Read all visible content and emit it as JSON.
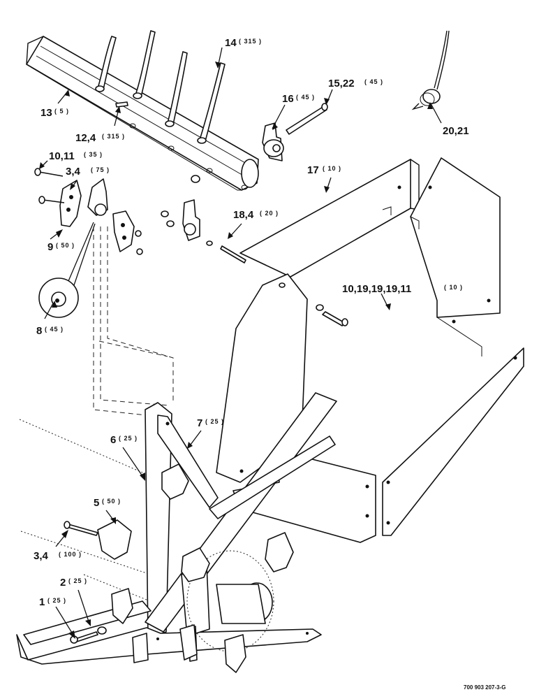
{
  "callouts": [
    {
      "id": "c13",
      "num": "13",
      "qty": "( 5 )"
    },
    {
      "id": "c14",
      "num": "14",
      "qty": "( 315 )"
    },
    {
      "id": "c12",
      "num": "12,4",
      "qty": "( 315 )"
    },
    {
      "id": "c16",
      "num": "16",
      "qty": "( 45 )"
    },
    {
      "id": "c15",
      "num": "15,22",
      "qty": "( 45 )"
    },
    {
      "id": "c20",
      "num": "20,21",
      "qty": ""
    },
    {
      "id": "c10a",
      "num": "10,11",
      "qty": "( 35 )"
    },
    {
      "id": "c3a",
      "num": "3,4",
      "qty": "( 75 )"
    },
    {
      "id": "c17",
      "num": "17",
      "qty": "( 10 )"
    },
    {
      "id": "c18",
      "num": "18,4",
      "qty": "( 20 )"
    },
    {
      "id": "c9",
      "num": "9",
      "qty": "( 50 )"
    },
    {
      "id": "c10b",
      "num": "10,19,19,19,11",
      "qty": "( 10 )"
    },
    {
      "id": "c8",
      "num": "8",
      "qty": "( 45 )"
    },
    {
      "id": "c7",
      "num": "7",
      "qty": "( 25 )"
    },
    {
      "id": "c6",
      "num": "6",
      "qty": "( 25 )"
    },
    {
      "id": "c5",
      "num": "5",
      "qty": "( 50 )"
    },
    {
      "id": "c3b",
      "num": "3,4",
      "qty": "( 100 )"
    },
    {
      "id": "c2",
      "num": "2",
      "qty": "( 25 )"
    },
    {
      "id": "c1",
      "num": "1",
      "qty": "( 25 )"
    }
  ],
  "drawing_code": "700 903 207-3-G"
}
